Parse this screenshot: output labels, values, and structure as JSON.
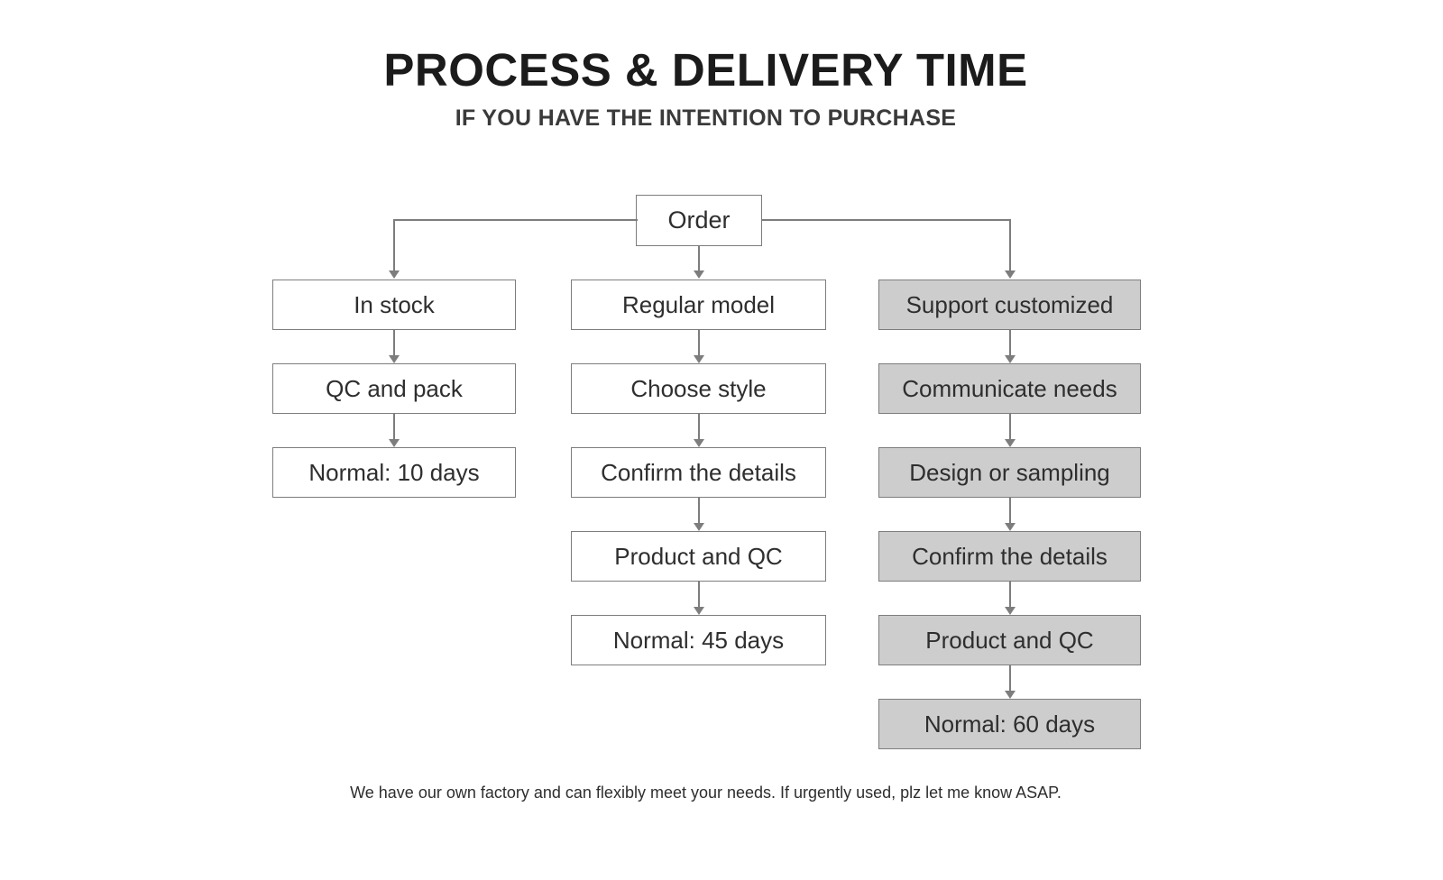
{
  "header": {
    "title": "PROCESS & DELIVERY TIME",
    "subtitle": "IF YOU HAVE THE INTENTION TO PURCHASE"
  },
  "colors": {
    "background": "#ffffff",
    "border": "#7d7d7d",
    "node_fill": "#ffffff",
    "node_fill_highlight": "#cdcdcd",
    "text": "#2e2e2e",
    "title_text": "#1b1b1b"
  },
  "chart_data": {
    "type": "diagram",
    "title": "PROCESS & DELIVERY TIME",
    "subtitle": "IF YOU HAVE THE INTENTION TO PURCHASE",
    "root": "Order",
    "branches": [
      {
        "name": "in-stock-branch",
        "highlight": false,
        "steps": [
          "In stock",
          "QC and pack",
          "Normal: 10 days"
        ],
        "lead_time_days": 10
      },
      {
        "name": "regular-model-branch",
        "highlight": false,
        "steps": [
          "Regular model",
          "Choose style",
          "Confirm the details",
          "Product and QC",
          "Normal: 45 days"
        ],
        "lead_time_days": 45
      },
      {
        "name": "support-customized-branch",
        "highlight": true,
        "steps": [
          "Support customized",
          "Communicate needs",
          "Design or sampling",
          "Confirm the details",
          "Product and QC",
          "Normal: 60 days"
        ],
        "lead_time_days": 60
      }
    ],
    "footnote": "We have our own factory and can flexibly meet your needs. If urgently used, plz let me know ASAP."
  },
  "root": {
    "label": "Order"
  },
  "columns": {
    "left": {
      "nodes": [
        {
          "label": "In stock"
        },
        {
          "label": "QC and pack"
        },
        {
          "label": "Normal: 10 days"
        }
      ]
    },
    "middle": {
      "nodes": [
        {
          "label": "Regular model"
        },
        {
          "label": "Choose style"
        },
        {
          "label": "Confirm the details"
        },
        {
          "label": "Product and QC"
        },
        {
          "label": "Normal: 45 days"
        }
      ]
    },
    "right": {
      "nodes": [
        {
          "label": "Support customized"
        },
        {
          "label": "Communicate needs"
        },
        {
          "label": "Design or sampling"
        },
        {
          "label": "Confirm the details"
        },
        {
          "label": "Product and QC"
        },
        {
          "label": "Normal: 60 days"
        }
      ]
    }
  },
  "footer": {
    "note": "We have our own factory and can flexibly meet your needs. If urgently used, plz let me know ASAP."
  }
}
